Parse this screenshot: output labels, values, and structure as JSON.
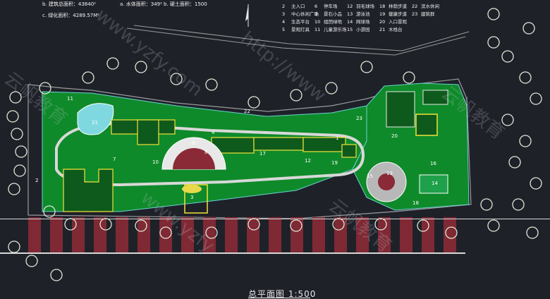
{
  "drawing": {
    "title": "总平面图 1:500",
    "notes": [
      "b. 建筑总面积：43840²",
      "c. 绿化面积：4289.57M²",
      "a. 水体面积：349²",
      "b. 硬土面积：1500"
    ],
    "legend": [
      {
        "num": "2",
        "text": "主入口"
      },
      {
        "num": "6",
        "text": "停车场"
      },
      {
        "num": "12",
        "text": "羽毛球场"
      },
      {
        "num": "18",
        "text": "林荫步道"
      },
      {
        "num": "22",
        "text": "滨水休闲"
      },
      {
        "num": "3",
        "text": "中心休闲广场"
      },
      {
        "num": "9",
        "text": "景石小品"
      },
      {
        "num": "13",
        "text": "游泳池"
      },
      {
        "num": "19",
        "text": "健康步道"
      },
      {
        "num": "23",
        "text": "建筑群"
      },
      {
        "num": "4",
        "text": "生态平台"
      },
      {
        "num": "10",
        "text": "组团绿地"
      },
      {
        "num": "14",
        "text": "网球场"
      },
      {
        "num": "20",
        "text": "入口景观"
      },
      {
        "num": "5",
        "text": "景观灯具"
      },
      {
        "num": "11",
        "text": "儿童游乐场"
      },
      {
        "num": "15",
        "text": "小游园"
      },
      {
        "num": "21",
        "text": "木栈台"
      }
    ],
    "watermarks": [
      "云帆教育",
      "www.yzfy.com",
      "http://www",
      "云帆教育",
      "www.yzfy",
      "云帆教育"
    ],
    "plan_labels": [
      "21",
      "11",
      "2",
      "10",
      "7",
      "8",
      "9",
      "17",
      "19",
      "1",
      "3",
      "13",
      "14",
      "22",
      "23",
      "15",
      "16",
      "18",
      "4",
      "12",
      "20"
    ],
    "colors": {
      "background": "#1f2129",
      "lawn": "#0f8a2a",
      "tree": "#dfe8d5",
      "building_outline": "#f2e23a",
      "paving": "#8a2a36",
      "water": "#7fd8e0",
      "road": "#9a9a9a"
    }
  }
}
